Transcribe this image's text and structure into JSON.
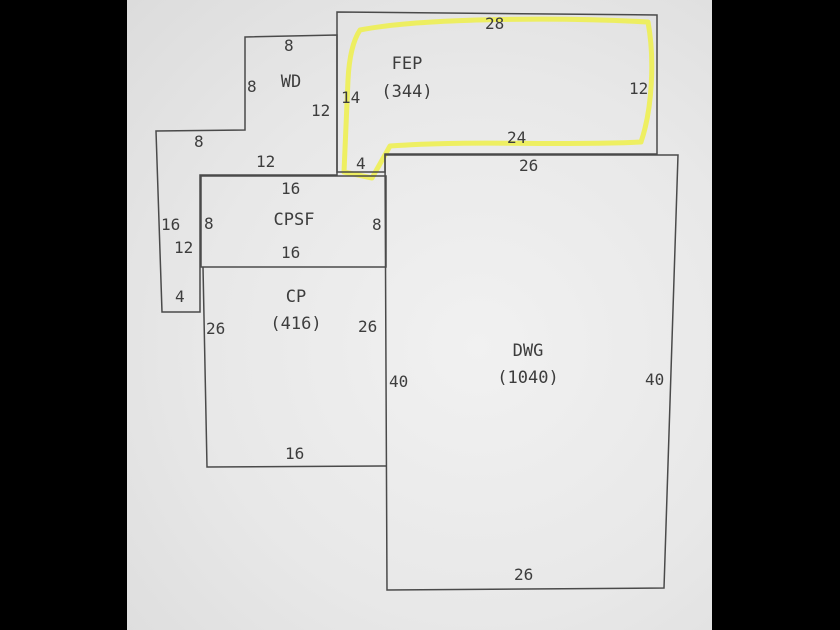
{
  "areas": {
    "wd": {
      "name": "WD"
    },
    "fep": {
      "name": "FEP",
      "area": "(344)"
    },
    "cpsf": {
      "name": "CPSF"
    },
    "cp": {
      "name": "CP",
      "area": "(416)"
    },
    "dwg": {
      "name": "DWG",
      "area": "(1040)"
    }
  },
  "dimensions": {
    "wd_top": "8",
    "wd_left": "8",
    "wd_right": "12",
    "fep_top": "28",
    "fep_left": "14",
    "fep_right": "12",
    "fep_bottom": "24",
    "fep_step": "4",
    "left_top": "8",
    "left_side_outer": "16",
    "left_side_inner": "12",
    "left_bottom": "4",
    "left_mid": "12",
    "cpsf_top": "16",
    "cpsf_left": "8",
    "cpsf_right": "8",
    "cpsf_bottom": "16",
    "cp_left": "26",
    "cp_right": "26",
    "cp_bottom": "16",
    "dwg_top": "26",
    "dwg_left": "40",
    "dwg_right": "40",
    "dwg_bottom": "26"
  },
  "colors": {
    "line": "#4a4a4a",
    "highlight": "#eef04a",
    "paper": "#ececec",
    "text": "#3d3d3d"
  }
}
